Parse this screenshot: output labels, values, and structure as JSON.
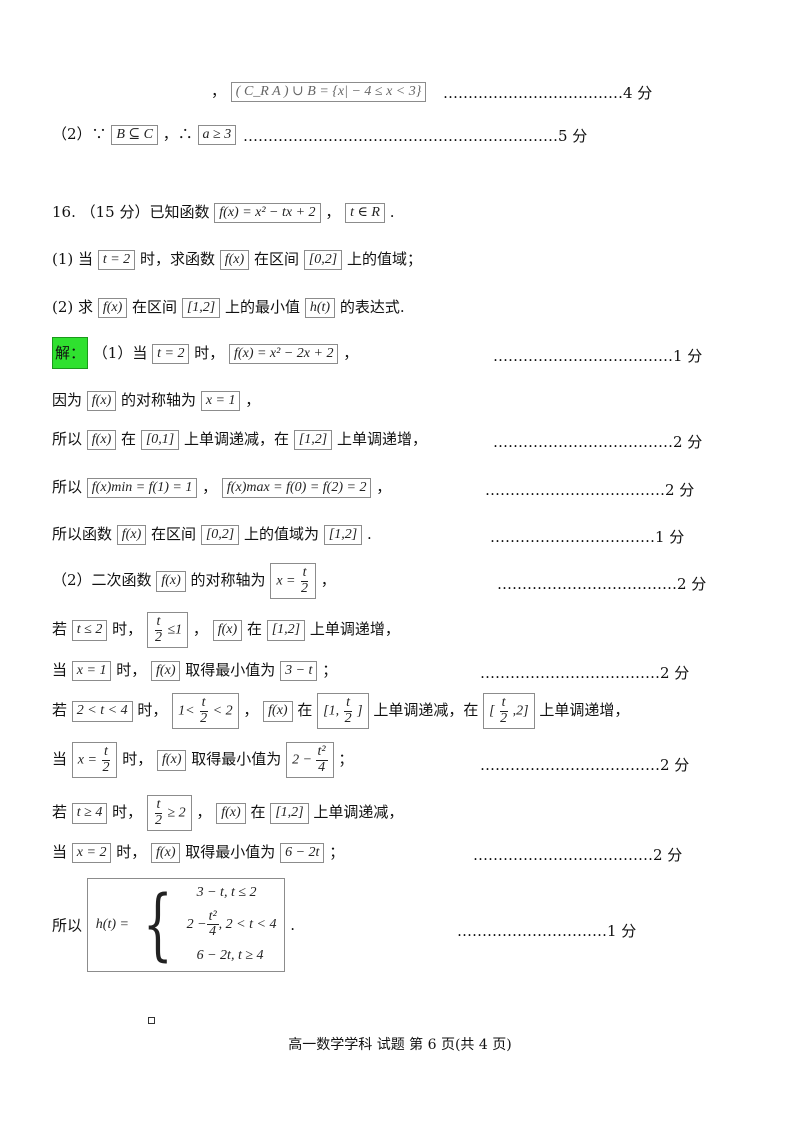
{
  "lines": {
    "l1": {
      "comma": "，",
      "math": "( C_R A ) ∪ B = {x| − 4 ≤ x < 3}",
      "dots": "………………………………4 分"
    },
    "l2": {
      "prefix": "（2）∵",
      "math1": "B ⊆ C",
      "mid": "，∴",
      "math2": "a ≥ 3",
      "dots": "………………………………………………………5 分"
    },
    "q16": {
      "prefix": "16.  （15 分）已知函数",
      "math1": "f(x) = x² − tx + 2",
      "mid": "，",
      "math2": "t ∈ R",
      "suffix": " ."
    },
    "q16_1": {
      "p1": "(1) 当",
      "m1": "t = 2",
      "p2": " 时，求函数",
      "m2": "f(x)",
      "p3": " 在区间",
      "m3": "[0,2]",
      "p4": " 上的值域；"
    },
    "q16_2": {
      "p1": "(2) 求",
      "m1": "f(x)",
      "p2": " 在区间",
      "m2": "[1,2]",
      "p3": " 上的最小值",
      "m3": "h(t)",
      "p4": " 的表达式."
    },
    "s1": {
      "label": "解：",
      "p1": "（1）当",
      "m1": "t = 2",
      "p2": " 时，",
      "m2": "f(x) = x² − 2x + 2",
      "p3": " ，",
      "dots": "………………………………1 分"
    },
    "s2": {
      "p1": "因为",
      "m1": "f(x)",
      "p2": " 的对称轴为",
      "m2": "x = 1",
      "p3": " ，"
    },
    "s3": {
      "p1": "所以",
      "m1": "f(x)",
      "p2": " 在",
      "m2": "[0,1]",
      "p3": " 上单调递减，在",
      "m3": "[1,2]",
      "p4": " 上单调递增，",
      "dots": "………………………………2 分"
    },
    "s4": {
      "p1": "所以",
      "m1": "f(x)min = f(1) = 1",
      "p2": " ，",
      "m2": "f(x)max = f(0) = f(2) = 2",
      "p3": " ，",
      "dots": "………………………………2 分"
    },
    "s5": {
      "p1": "所以函数",
      "m1": "f(x)",
      "p2": " 在区间",
      "m2": "[0,2]",
      "p3": " 上的值域为",
      "m3": "[1,2]",
      "p4": " .",
      "dots": "……………………………1 分"
    },
    "s6": {
      "p1": "（2）二次函数",
      "m1": "f(x)",
      "p2": " 的对称轴为",
      "m2_lhs": "x =",
      "m2_num": "t",
      "m2_den": "2",
      "p3": " ，",
      "dots": "………………………………2 分"
    },
    "s7": {
      "p1": "若",
      "m1": "t ≤ 2",
      "p2": " 时，",
      "m2_num": "t",
      "m2_den": "2",
      "m2_rhs": "≤1",
      "p3": " ，",
      "m3": "f(x)",
      "p4": " 在",
      "m4": "[1,2]",
      "p5": " 上单调递增，"
    },
    "s8": {
      "p1": "当",
      "m1": "x = 1",
      "p2": " 时，",
      "m2": "f(x)",
      "p3": " 取得最小值为",
      "m3": "3 − t",
      "p4": " ；",
      "dots": "………………………………2 分"
    },
    "s9": {
      "p1": "若",
      "m1": "2 < t < 4",
      "p2": " 时，",
      "m2_lhs": "1<",
      "m2_num": "t",
      "m2_den": "2",
      "m2_rhs": "< 2",
      "p3": " ，",
      "m3": "f(x)",
      "p4": " 在",
      "m4_lhs": "[1,",
      "m4_num": "t",
      "m4_den": "2",
      "m4_rhs": "]",
      "p5": " 上单调递减，在",
      "m5_lhs": "[",
      "m5_num": "t",
      "m5_den": "2",
      "m5_rhs": ",2]",
      "p6": " 上单调递增，"
    },
    "s10": {
      "p1": "当",
      "m1_lhs": "x =",
      "m1_num": "t",
      "m1_den": "2",
      "p2": " 时，",
      "m2": "f(x)",
      "p3": " 取得最小值为",
      "m3_lhs": "2 −",
      "m3_num": "t²",
      "m3_den": "4",
      "p4": " ；",
      "dots": "………………………………2 分"
    },
    "s11": {
      "p1": "若",
      "m1": "t ≥ 4",
      "p2": " 时，",
      "m2_num": "t",
      "m2_den": "2",
      "m2_rhs": "≥ 2",
      "p3": " ，",
      "m3": "f(x)",
      "p4": " 在",
      "m4": "[1,2]",
      "p5": " 上单调递减，"
    },
    "s12": {
      "p1": "当",
      "m1": "x = 2",
      "p2": " 时，",
      "m2": "f(x)",
      "p3": " 取得最小值为",
      "m3": "6 − 2t",
      "p4": " ；",
      "dots": "………………………………2 分"
    },
    "s13": {
      "p1": "所以",
      "lhs": "h(t) =",
      "c1": "3 − t, t ≤ 2",
      "c2_lhs": "2 −",
      "c2_num": "t²",
      "c2_den": "4",
      "c2_rhs": ", 2 < t < 4",
      "c3": "6 − 2t, t ≥ 4",
      "p2": " .",
      "dots": "…………………………1 分"
    }
  },
  "footer": "高一数学学科  试题  第 6 页(共 4 页)"
}
